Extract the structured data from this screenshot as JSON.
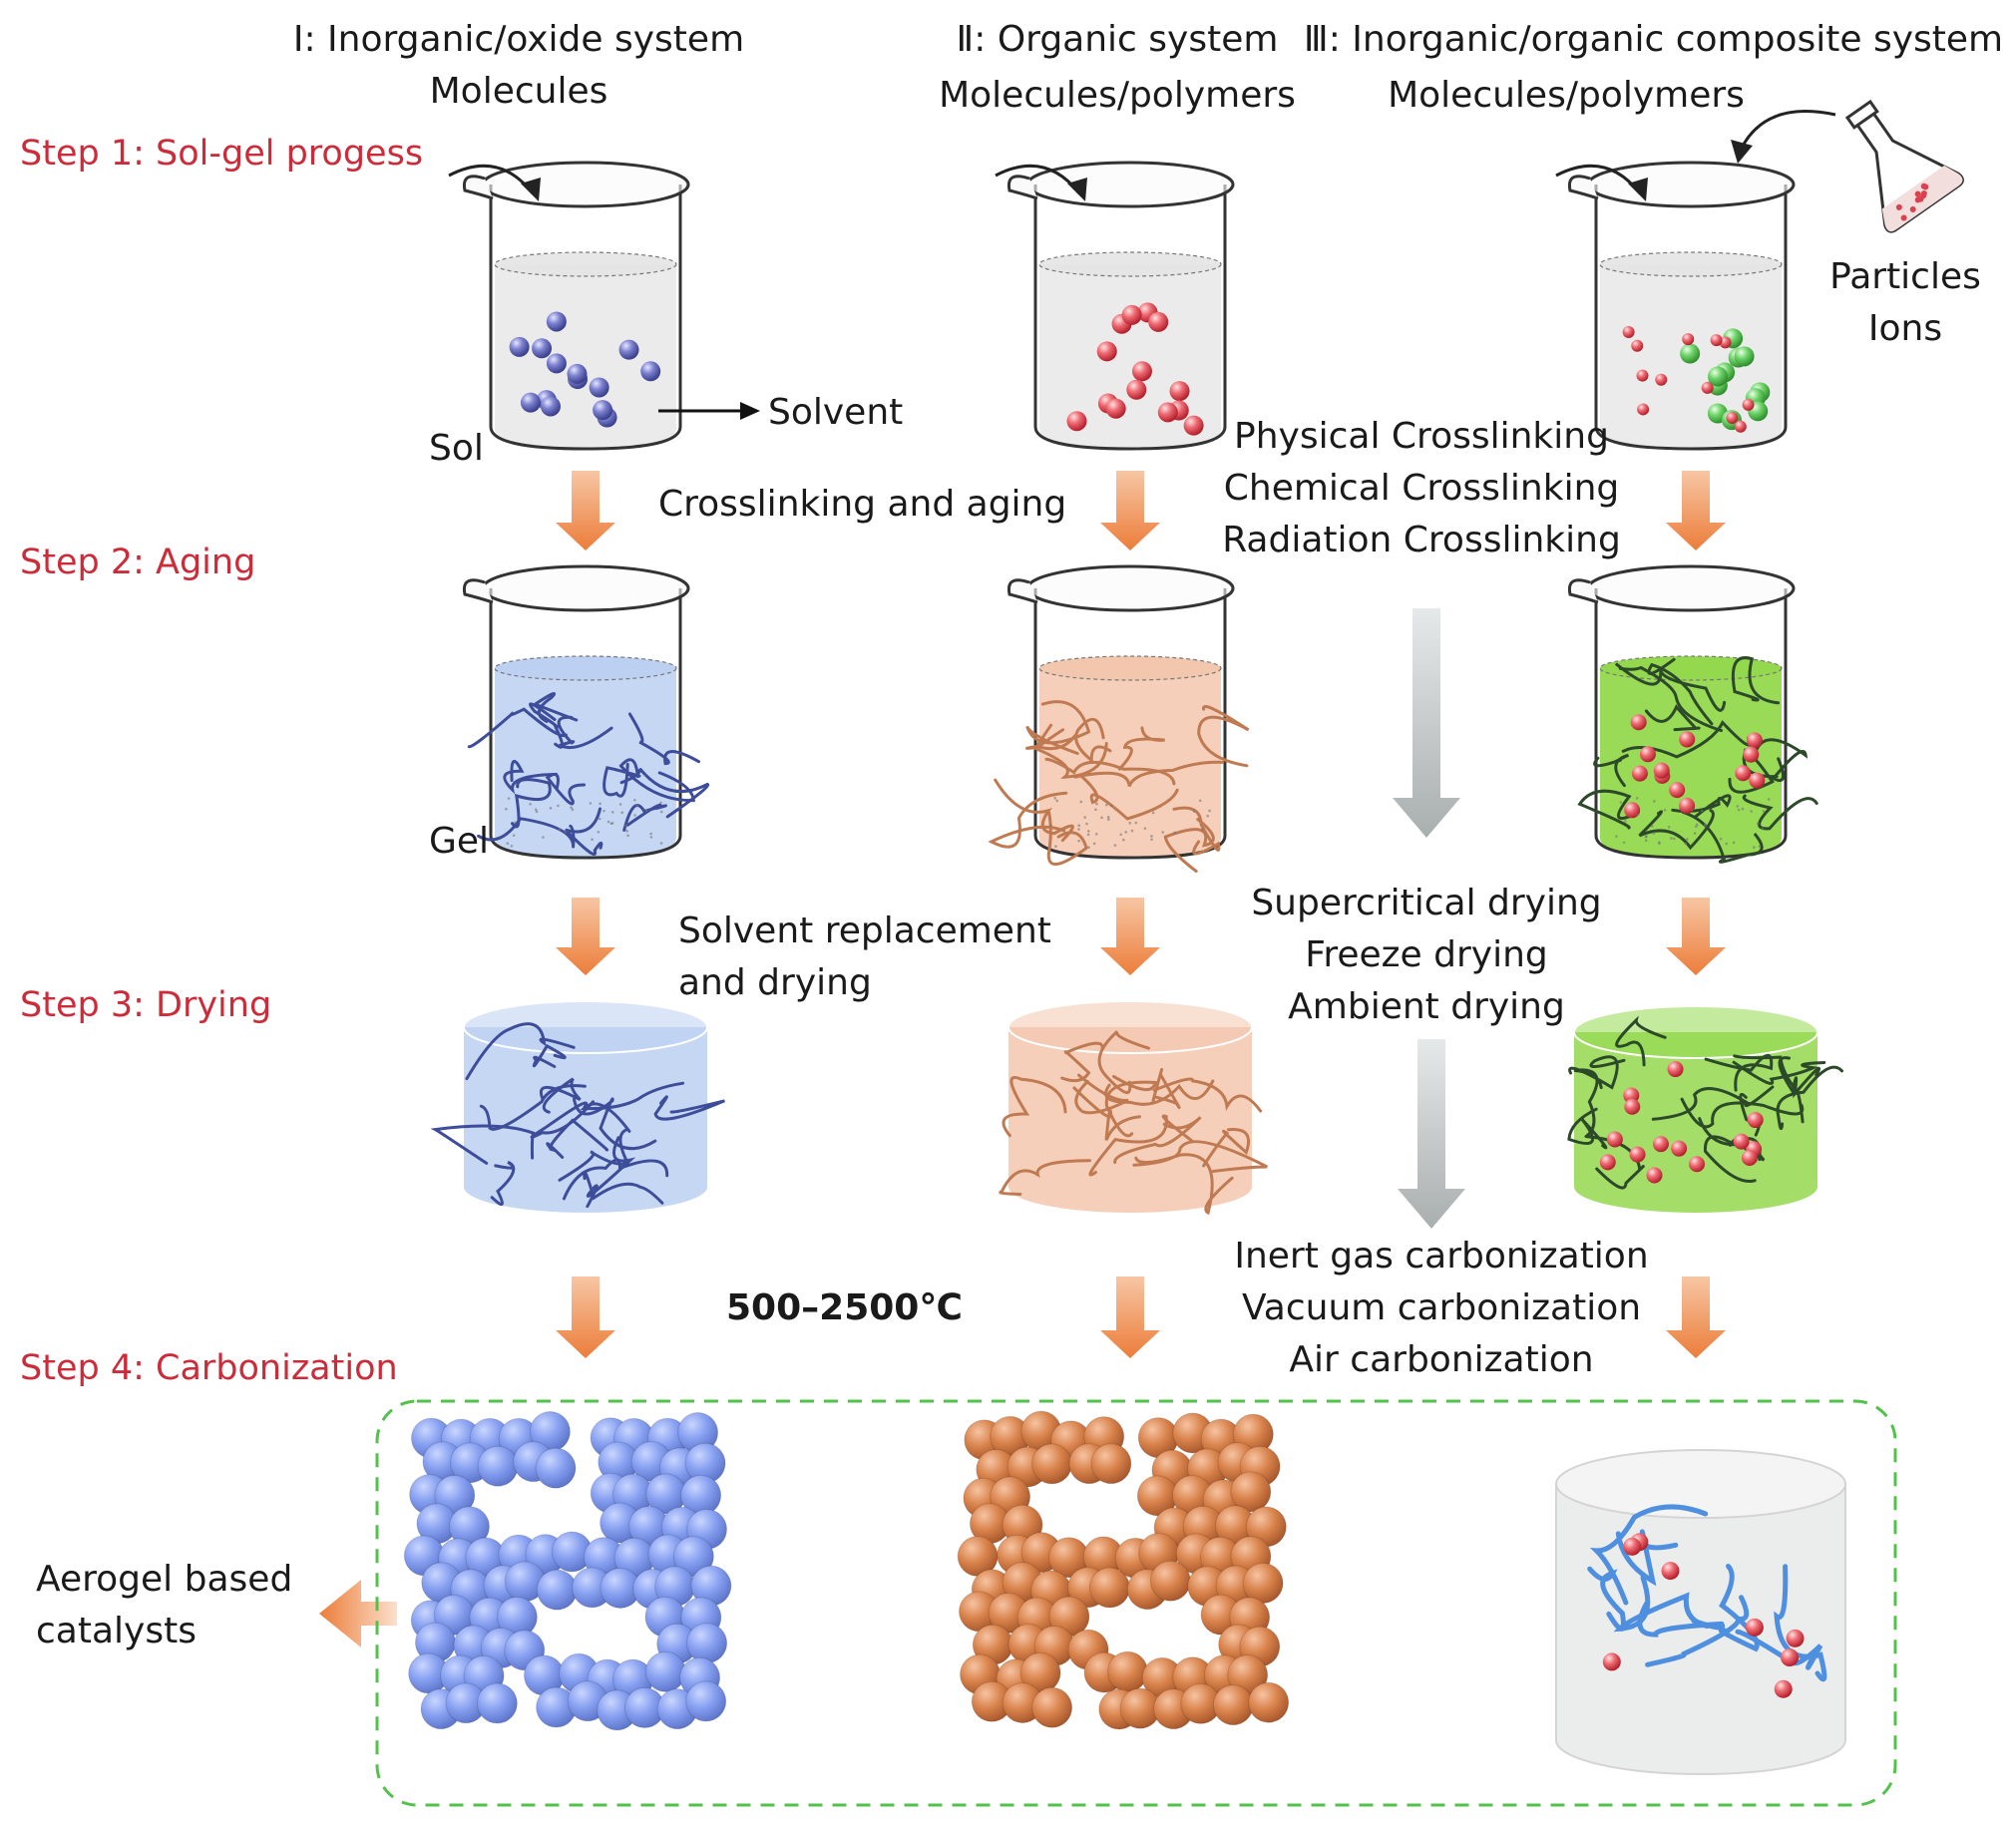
{
  "systems": [
    {
      "numeral": "Ⅰ",
      "name": ": Inorganic/oxide system",
      "precursor": "Molecules"
    },
    {
      "numeral": "Ⅱ",
      "name": ": Organic system",
      "precursor": "Molecules/polymers"
    },
    {
      "numeral": "Ⅲ",
      "name": ": Inorganic/organic composite system",
      "precursor": "Molecules/polymers"
    }
  ],
  "steps": [
    "Step 1: Sol-gel progess",
    "Step 2: Aging",
    "Step 3: Drying",
    "Step 4: Carbonization"
  ],
  "labels": {
    "sol": "Sol",
    "solvent": "Solvent",
    "gel": "Gel",
    "particles": "Particles",
    "ions": "Ions",
    "crosslinking_aging": "Crosslinking and aging",
    "solvent_replacement_1": "Solvent replacement",
    "solvent_replacement_2": "and drying",
    "temperature": "500–2500℃",
    "aerogel_1": "Aerogel  based",
    "aerogel_2": "catalysts"
  },
  "crosslinking_methods": [
    "Physical Crosslinking",
    "Chemical Crosslinking",
    "Radiation Crosslinking"
  ],
  "drying_methods": [
    "Supercritical drying",
    "Freeze  drying",
    "Ambient drying"
  ],
  "carbonization_methods": [
    "Inert gas carbonization",
    "Vacuum carbonization",
    "Air carbonization"
  ],
  "colors": {
    "step": "#cc2c3a",
    "arrow": "#ef8a4c",
    "gray_arrow": "#b8bdbd",
    "blue_particle": "#5a5fb0",
    "red_particle": "#e04650",
    "green_particle": "#4fbf49",
    "blue_gel": "#bcd0f2",
    "peach_gel": "#f3c7ae",
    "green_gel": "#94d84e",
    "blue_sphere": "#7d99e6",
    "orange_sphere": "#d57c48",
    "dashed_box": "#52c24b"
  }
}
